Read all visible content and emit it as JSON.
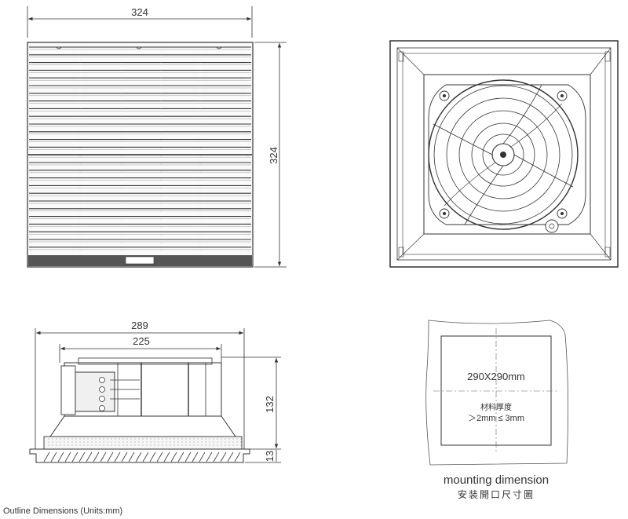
{
  "front_view": {
    "width_label": "324",
    "height_label": "324"
  },
  "side_view": {
    "overall_width_label": "289",
    "inner_width_label": "225",
    "height_label": "132",
    "flange_label": "13"
  },
  "mounting": {
    "cutout_label": "290X290mm",
    "material_thickness_cn": "材料厚度",
    "thickness_range": "＞2mm ≤ 3mm",
    "title_en": "mounting dimension",
    "title_cn": "安装開口尺寸圖"
  },
  "footer": {
    "caption": "Outline Dimensions (Units:mm)"
  }
}
